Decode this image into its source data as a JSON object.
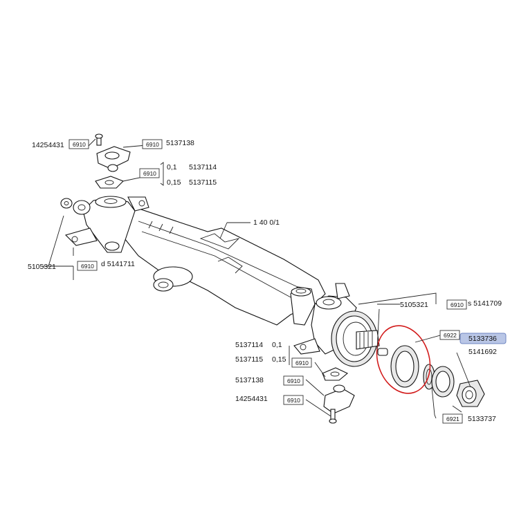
{
  "labels": {
    "p14254431_top": "14254431",
    "p5137138_top": "5137138",
    "p0_1_top": "0,1",
    "p5137114_top": "5137114",
    "p0_15_top": "0,15",
    "p5137115_top": "5137115",
    "p140": "1 40 0/1",
    "p5105321_left": "5105321",
    "p5141711": "d 5141711",
    "p5105321_right": "5105321",
    "p5141709": "s 5141709",
    "p5133736": "5133736",
    "p5141692": "5141692",
    "p5137114_bot": "5137114",
    "p0_1_bot": "0,1",
    "p5137115_bot": "5137115",
    "p0_15_bot": "0,15",
    "p5137138_bot": "5137138",
    "p14254431_bot": "14254431",
    "p5133737": "5133737"
  },
  "boxes": {
    "b1": "6910",
    "b2": "6910",
    "b3": "6910",
    "b4": "6910",
    "b5": "6910",
    "b6": "6922",
    "b7": "6910",
    "b8": "6910",
    "b9": "6910",
    "b10": "6921"
  },
  "colors": {
    "highlight_fill": "#b9c6e6",
    "highlight_stroke": "#6f86c2",
    "circle": "#d21a1a"
  }
}
